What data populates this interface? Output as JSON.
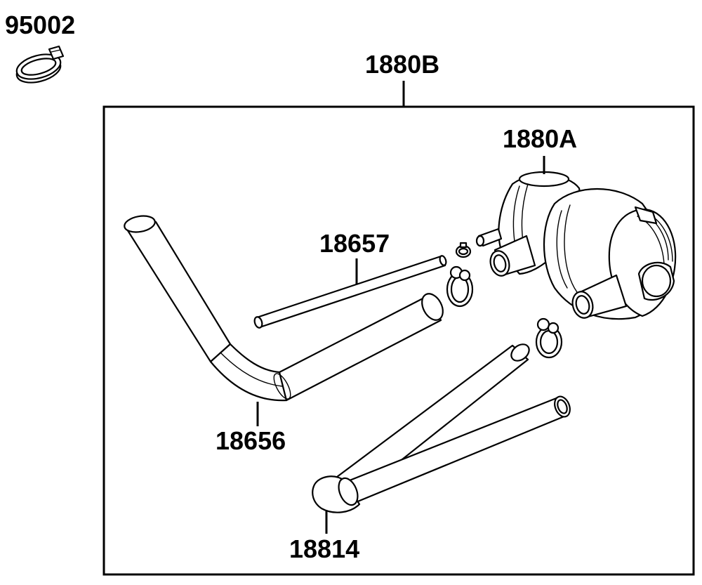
{
  "labels": {
    "clamp_loose": "95002",
    "assembly": "1880B",
    "valve": "1880A",
    "hose_small": "18657",
    "hose_bent": "18656",
    "hose_y": "18814"
  },
  "colors": {
    "line": "#000000",
    "background": "#ffffff"
  }
}
